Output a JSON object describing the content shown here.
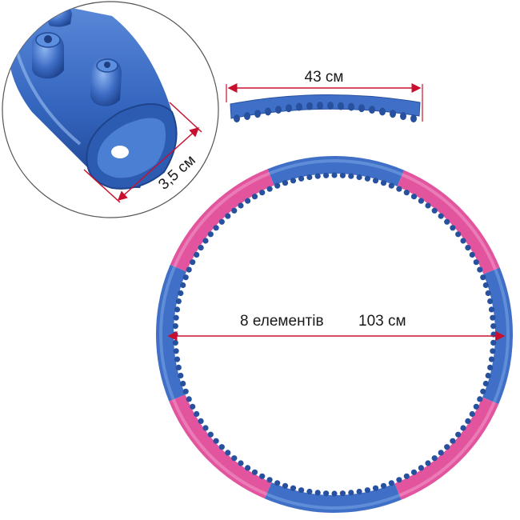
{
  "labels": {
    "grip_diameter": "3,5 см",
    "segment_length": "43 см",
    "count_text": "8 елементів",
    "hoop_diameter": "103 см"
  },
  "hoop": {
    "segments": [
      {
        "color": "blue"
      },
      {
        "color": "pink"
      },
      {
        "color": "blue"
      },
      {
        "color": "pink"
      },
      {
        "color": "blue"
      },
      {
        "color": "pink"
      },
      {
        "color": "blue"
      },
      {
        "color": "pink"
      }
    ]
  },
  "colors": {
    "blue": "#3f6fc6",
    "blue_dark": "#27519e",
    "blue_light": "#6f9ae0",
    "pink": "#e2559e",
    "pink_light": "#f08cc1",
    "dimension_line": "#c8102e",
    "circle_border": "#555555"
  }
}
